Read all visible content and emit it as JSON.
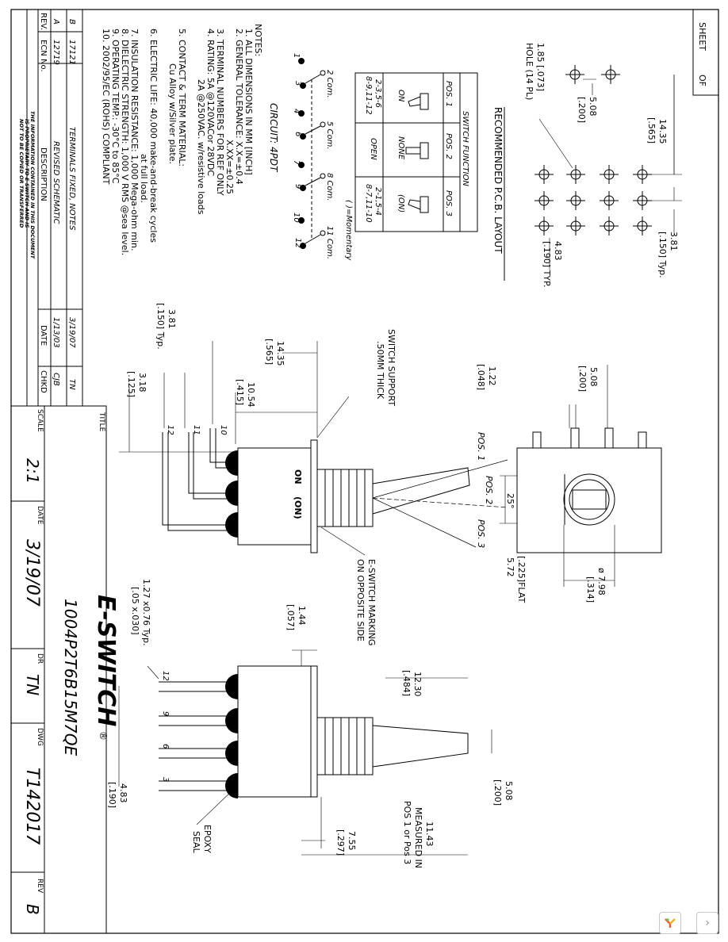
{
  "sheet": {
    "label": "SHEET",
    "of": "OF"
  },
  "pcb": {
    "title": "RECOMMENDED P.C.B. LAYOUT",
    "d1": "14.35",
    "d1i": "[.565]",
    "d2": "3.81",
    "d2i": "[.150] Typ.",
    "d3": "5.08",
    "d3i": "[.200]",
    "d4": "4.83",
    "d4i": "[.190] TYP.",
    "hole1": "1.85 [.073]",
    "hole2": "HOLE (14 PL)"
  },
  "switch_function": {
    "title": "SWITCH FUNCTION",
    "headers": [
      "POS. 1",
      "POS. 2",
      "POS. 3"
    ],
    "row1": [
      "ON",
      "NONE",
      "(ON)"
    ],
    "row2": [
      "2-3,5-6\n8-9,11-12",
      "OPEN",
      "2-1,5-4\n8-7,11-10"
    ],
    "note": "( )=Momentary"
  },
  "circuit": {
    "title": "CIRCUIT: 4PDT",
    "pins": [
      "1",
      "2 Com.",
      "3",
      "4",
      "5 Com.",
      "6",
      "7",
      "8 Com.",
      "9",
      "10",
      "11 Com.",
      "12"
    ]
  },
  "notes": [
    "NOTES:",
    "1. ALL DIMENSIONS IN MM [INCH]",
    "2. GENERAL TOLERANCE:  X.X=±0.4",
    "X.XX=±0.25",
    "3. TERMINAL NUMBERS FOR REF ONLY",
    "4. RATING: 5A @120VACor 28VDC",
    "2A @250VAC.  w/resistive loads",
    "5. CONTACT & TERM MATERIAL:",
    "Cu Alloy w/Silver plate.",
    "6. ELECTRIC LIFE: 40,000 make-and-break cycles",
    "at full load.",
    "7. INSULATION RESISTANCE: 1,000 Mega-ohm min.",
    "8. DIELECTRIC STRENGTH: 1,000 V RMS @sea level.",
    "9. OPERATING TEMP.: -30°C to 85°C",
    "10. 2002/95/EC (ROHS) COMPLIANT"
  ],
  "front_view": {
    "d1": "1.22",
    "d1i": "[.048]",
    "d2": "5.08",
    "d2i": "[.200]",
    "pos1": "POS. 1",
    "pos2": "POS. 2",
    "pos3": "POS. 3",
    "angle": "25°",
    "flat": "5.72",
    "flati": "[.225]FLAT",
    "dia": "ø 7.98",
    "diai": "[.314]"
  },
  "side_view": {
    "support1": "SWITCH SUPPORT",
    "support2": ".50MM THICK",
    "d1": "14.35",
    "d1i": "[.565]",
    "d2": "10.54",
    "d2i": "[.415]",
    "d3": "3.81",
    "d3i": "[.150] Typ.",
    "d4": "3.18",
    "d4i": "[.125]",
    "pins": [
      "10",
      "11",
      "12"
    ],
    "on": "ON",
    "onm": "(ON)",
    "marking1": "E-SWITCH MARKING",
    "marking2": "ON OPPOSITE SIDE"
  },
  "bottom_view": {
    "d1": "1.44",
    "d1i": "[.057]",
    "d2": "12.30",
    "d2i": "[.484]",
    "d3": "5.08",
    "d3i": "[.200]",
    "d4": "1.27 x0.76 Typ.",
    "d4i": "[.05 x.030]",
    "d5": "4.83",
    "d5i": "[.190]",
    "d6": "7.55",
    "d6i": "[.297]",
    "d7": "11.43",
    "d7a": "MEASURED IN",
    "d7b": "POS 1 or Pos 3",
    "epoxy1": "EPOXY",
    "epoxy2": "SEAL",
    "pins": [
      "12",
      "9",
      "6",
      "3"
    ]
  },
  "revisions": {
    "header": [
      "REV.",
      "ECN No.",
      "DESCRIPTION",
      "DATE",
      "CHKD"
    ],
    "rows": [
      [
        "B",
        "17121",
        "TERMINALS FIXED, NOTES",
        "3/19/07",
        "TN"
      ],
      [
        "A",
        "12719",
        "REVISED SCHEMATIC",
        "1/13/03",
        "CJB"
      ]
    ],
    "disclaimer": [
      "THE INFORMATION CONTAINED IN THIS DOCUMENT",
      "IS PROPRIETARY TO E-SWITCH AND IS",
      "NOT TO BE COPIED OR TRANSFERRED"
    ]
  },
  "title_block": {
    "title_label": "TITLE",
    "part": "1004P2T6B15M7QE",
    "logo": "E-SWITCH",
    "reg": "®",
    "scale_label": "SCALE",
    "scale": "2:1",
    "date_label": "DATE",
    "date": "3/19/07",
    "dr_label": "DR",
    "dr": "TN",
    "dwg_label": "DWG",
    "dwg": "T142017",
    "rev_label": "REV",
    "rev": "B"
  },
  "viewer": {
    "next_icon": "chevron-right-icon",
    "logo_icon": "app-logo-icon"
  }
}
